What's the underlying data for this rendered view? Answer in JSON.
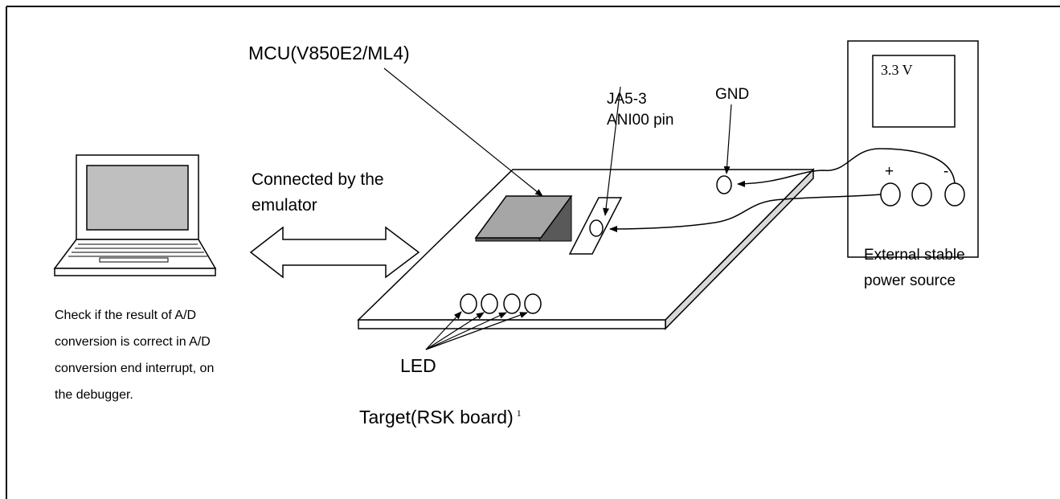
{
  "labels": {
    "mcu": "MCU(V850E2/ML4)",
    "pin_line1": "JA5-3",
    "pin_line2": "ANI00 pin",
    "gnd": "GND",
    "voltage": "3.3 V",
    "plus": "+",
    "minus": "-",
    "connection_line1": "Connected by the",
    "connection_line2": "emulator",
    "power_line1": "External stable",
    "power_line2": "power source",
    "check_line1": "Check if the result of A/D",
    "check_line2": "conversion is correct in A/D",
    "check_line3": "conversion end interrupt, on",
    "check_line4": "the debugger.",
    "led": "LED",
    "target": "Target(RSK board)",
    "target_footnote": "1"
  },
  "colors": {
    "line": "#000000",
    "chip_fill": "#a6a6a6",
    "screen_fill": "#bfbfbf",
    "board_side": "#d9d9d9",
    "background": "#ffffff"
  },
  "icons": {
    "computer": "laptop-icon",
    "connection": "double-arrow-icon",
    "power": "power-supply-icon"
  }
}
